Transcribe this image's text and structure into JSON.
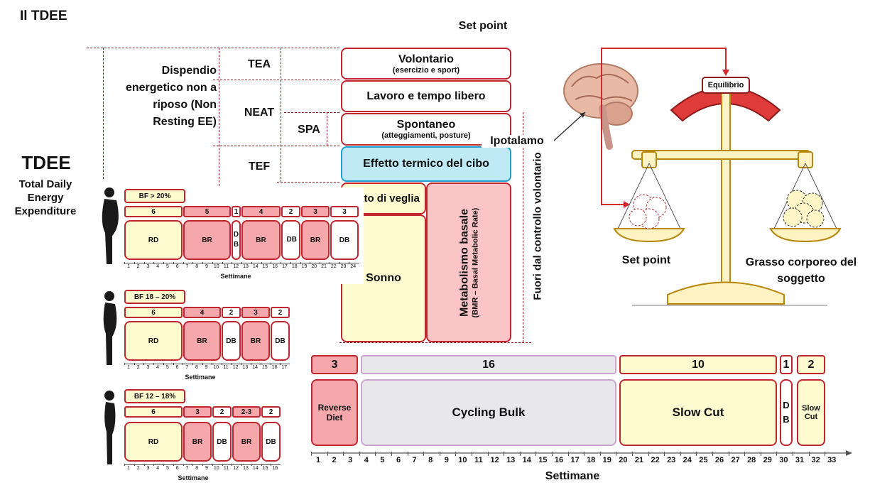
{
  "title": "Il TDEE",
  "set_point_header": "Set point",
  "tdee": {
    "title": "TDEE",
    "subtitle": "Total Daily Energy Expenditure"
  },
  "non_resting": "Dispendio energetico non a riposo (Non Resting EE)",
  "labels": {
    "tea": "TEA",
    "neat": "NEAT",
    "spa": "SPA",
    "tef": "TEF"
  },
  "stack": {
    "volontario": "Volontario",
    "volontario_sub": "(esercizio e sport)",
    "lavoro": "Lavoro e tempo libero",
    "spontaneo": "Spontaneo",
    "spontaneo_sub": "(atteggiamenti, posture)",
    "tef_box": "Effetto termico del cibo",
    "stato": "Stato di veglia",
    "sonno": "Sonno",
    "metabolismo": "Metabolismo basale",
    "bmr": "(BMR – Basal Metabolic Rate)",
    "fuori": "Fuori dal controllo volontario"
  },
  "ipotalamo": "Ipotalamo",
  "scale": {
    "equilibrio": "Equilibrio",
    "left_label": "Set point",
    "right_label": "Grasso corporeo del soggetto"
  },
  "small_charts": [
    {
      "bf": "BF > 20%",
      "phases": [
        {
          "weeks": "6",
          "label": "RD",
          "color": "y"
        },
        {
          "weeks": "5",
          "label": "BR",
          "color": "r"
        },
        {
          "weeks": "1",
          "label": "D B",
          "color": "w"
        },
        {
          "weeks": "4",
          "label": "BR",
          "color": "r"
        },
        {
          "weeks": "2",
          "label": "DB",
          "color": "w"
        },
        {
          "weeks": "3",
          "label": "BR",
          "color": "r"
        },
        {
          "weeks": "3",
          "label": "DB",
          "color": "w"
        }
      ],
      "axis": [
        "1",
        "2",
        "3",
        "4",
        "5",
        "6",
        "7",
        "8",
        "9",
        "10",
        "11",
        "12",
        "13",
        "14",
        "15",
        "16",
        "17",
        "18",
        "19",
        "20",
        "21",
        "22",
        "23",
        "24"
      ],
      "axis_label": "Settimane"
    },
    {
      "bf": "BF 18 – 20%",
      "phases": [
        {
          "weeks": "6",
          "label": "RD",
          "color": "y"
        },
        {
          "weeks": "4",
          "label": "BR",
          "color": "r"
        },
        {
          "weeks": "2",
          "label": "DB",
          "color": "w"
        },
        {
          "weeks": "3",
          "label": "BR",
          "color": "r"
        },
        {
          "weeks": "2",
          "label": "DB",
          "color": "w"
        }
      ],
      "axis": [
        "1",
        "2",
        "3",
        "4",
        "5",
        "6",
        "7",
        "8",
        "9",
        "10",
        "11",
        "12",
        "13",
        "14",
        "15",
        "16",
        "17"
      ],
      "axis_label": "Settimane"
    },
    {
      "bf": "BF 12 – 18%",
      "phases": [
        {
          "weeks": "6",
          "label": "RD",
          "color": "y"
        },
        {
          "weeks": "3",
          "label": "BR",
          "color": "r"
        },
        {
          "weeks": "2",
          "label": "DB",
          "color": "w"
        },
        {
          "weeks": "2-3",
          "label": "BR",
          "color": "r"
        },
        {
          "weeks": "2",
          "label": "DB",
          "color": "w"
        }
      ],
      "axis": [
        "1",
        "2",
        "3",
        "4",
        "5",
        "6",
        "7",
        "8",
        "9",
        "10",
        "11",
        "12",
        "13",
        "14",
        "15",
        "16"
      ],
      "axis_label": "Settimane"
    }
  ],
  "big_chart": {
    "phases": [
      {
        "weeks": "3",
        "label": "Reverse Diet",
        "color": "r"
      },
      {
        "weeks": "16",
        "label": "Cycling Bulk",
        "color": "g"
      },
      {
        "weeks": "10",
        "label": "Slow Cut",
        "color": "y"
      },
      {
        "weeks": "1",
        "label": "D B",
        "color": "w"
      },
      {
        "weeks": "2",
        "label": "Slow Cut",
        "color": "y"
      }
    ],
    "axis": [
      "1",
      "2",
      "3",
      "4",
      "5",
      "6",
      "7",
      "8",
      "9",
      "10",
      "11",
      "12",
      "13",
      "14",
      "15",
      "16",
      "17",
      "18",
      "19",
      "20",
      "21",
      "22",
      "23",
      "24",
      "25",
      "26",
      "27",
      "28",
      "29",
      "30",
      "31",
      "32",
      "33"
    ],
    "axis_label": "Settimane"
  },
  "colors": {
    "red_border": "#c0262e",
    "yellow": "#fffbd0",
    "pink": "#f6a7ab",
    "cyan": "#bfeaf5",
    "grey": "#e8e8ea"
  }
}
